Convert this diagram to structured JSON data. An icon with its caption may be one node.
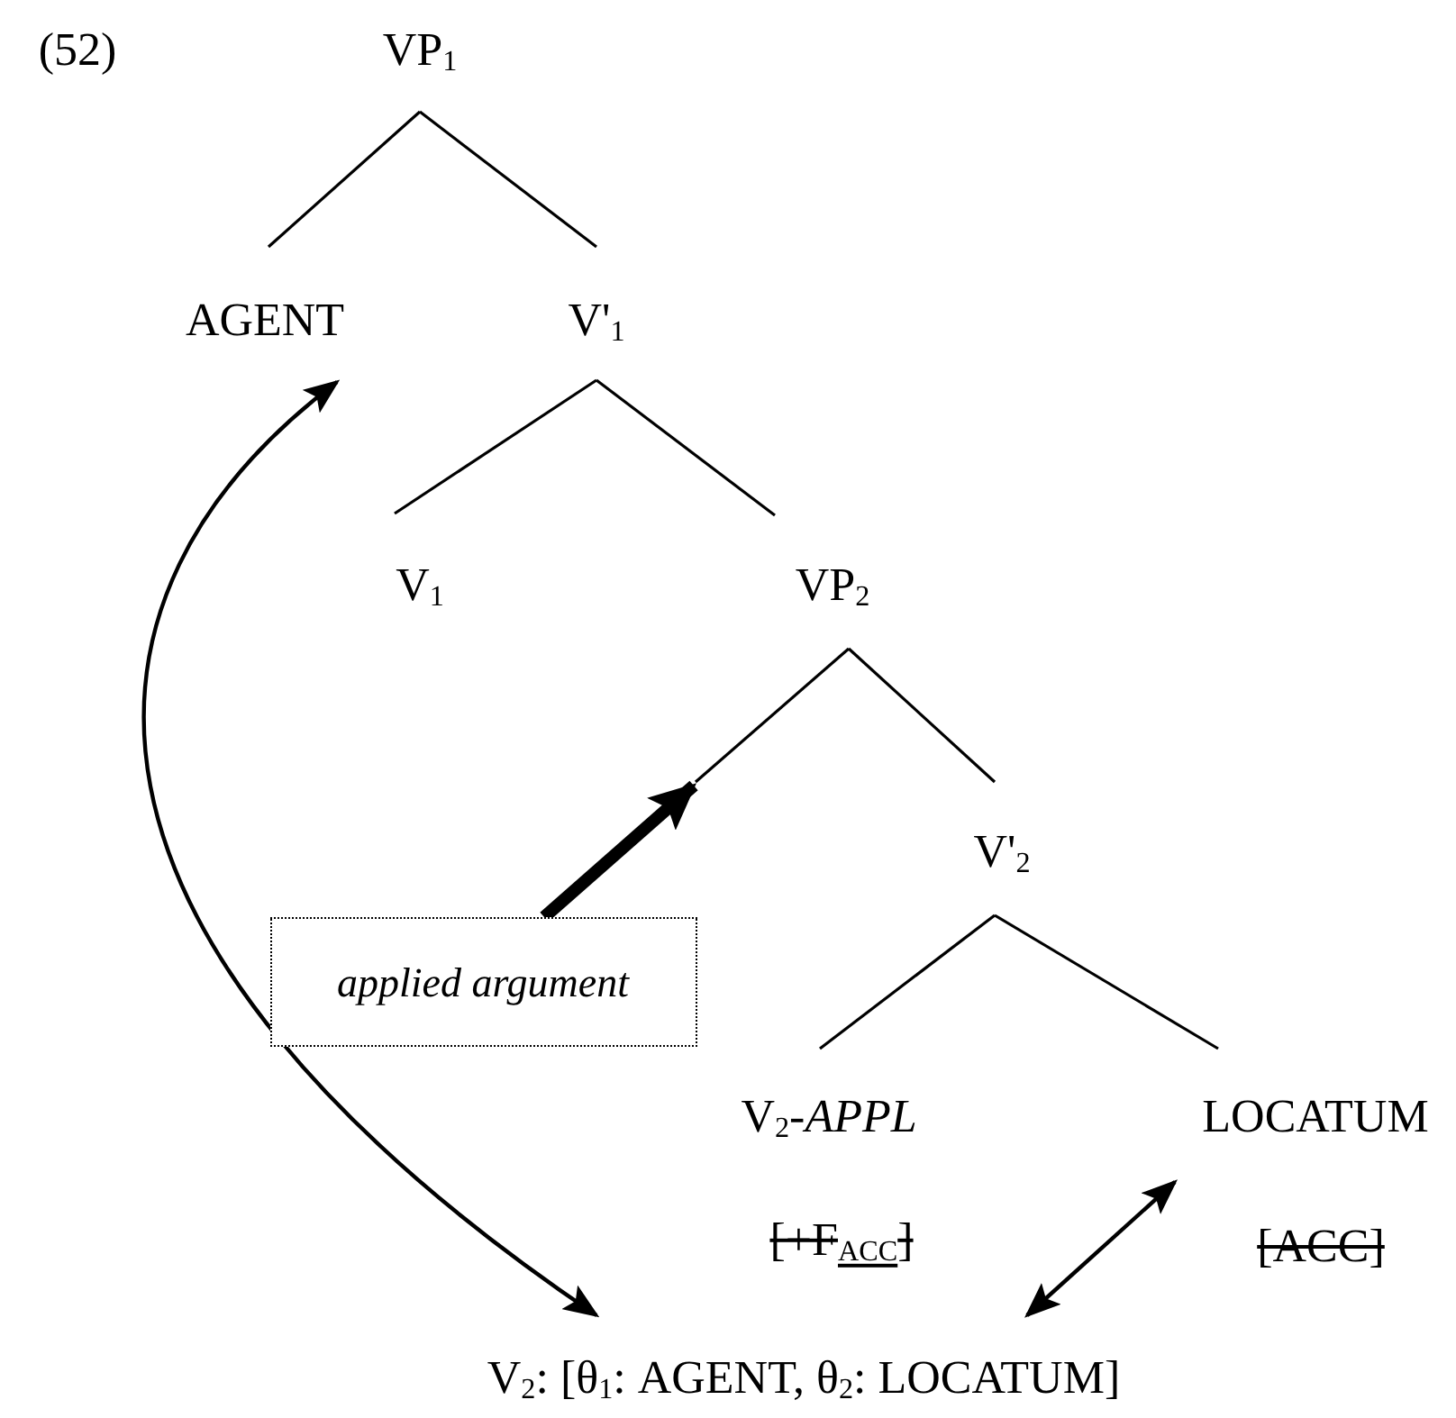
{
  "diagram": {
    "nodes": [
      {
        "text": [
          "VP$_{1}$"
        ]
      },
      {
        "text": [
          "AGENT"
        ]
      },
      {
        "text": [
          "V'$_{1}$"
        ]
      },
      {
        "text": [
          "V$_{1}$"
        ]
      },
      {
        "text": [
          "VP$_{2}$"
        ]
      },
      {
        "text": [
          "applied argument"
        ]
      },
      {
        "text": [
          "V'$_{2}$"
        ]
      },
      {
        "text": [
          "V$_{2}$-*APPL*"
        ]
      },
      {
        "text": [
          "LOCATUM"
        ]
      },
      {
        "text": [
          "V$_{2}$: [θ$_{1}$: AGENT, θ$_{2}$: LOCATUM]"
        ]
      }
    ],
    "edges": [
      {
        "from": 0,
        "to": 1,
        "arrow": "none"
      },
      {
        "from": 0,
        "to": 2,
        "arrow": "none"
      },
      {
        "from": 2,
        "to": 3,
        "arrow": "none"
      },
      {
        "from": 2,
        "to": 4,
        "arrow": "none"
      },
      {
        "from": 4,
        "to": null,
        "arrow": "none"
      },
      {
        "from": 4,
        "to": 6,
        "arrow": "none"
      },
      {
        "from": 6,
        "to": 7,
        "arrow": "none"
      },
      {
        "from": 6,
        "to": 8,
        "arrow": "none"
      },
      {
        "from": 9,
        "to": 1,
        "arrow": "both"
      },
      {
        "from": 9,
        "to": 8,
        "arrow": "both"
      },
      {
        "from": 5,
        "to": null,
        "arrow": "to",
        "style": "thick"
      }
    ],
    "labels": [
      "(52)",
      "[+F$_{ACC}$]",
      "[ACC]"
    ]
  }
}
